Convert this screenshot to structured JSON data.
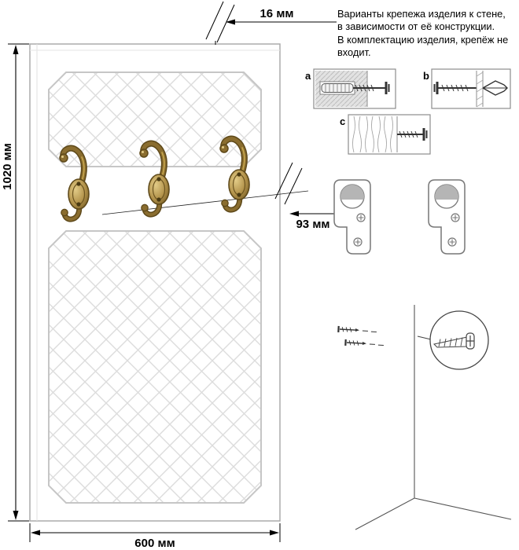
{
  "note_lines": [
    "Варианты крепежа изделия к стене,",
    "в зависимости от её конструкции.",
    "В комплектацию изделия, крепёж не",
    "входит."
  ],
  "dimensions": {
    "height": "1020 мм",
    "width": "600 мм",
    "thickness": "16 мм",
    "hook_offset": "93 мм"
  },
  "fastener_options": [
    {
      "label": "a",
      "icon": "dowel-anchor-in-concrete"
    },
    {
      "label": "b",
      "icon": "expanding-anchor-in-hollow-wall"
    },
    {
      "label": "c",
      "icon": "screw-in-wood"
    }
  ],
  "hardware": {
    "hook_icon": "double-coat-hook",
    "hook_count": 3,
    "bracket_icon": "keyhole-hanger-plate",
    "bracket_count": 2,
    "corner_icon": "wall-corner-with-screws",
    "detail_icon": "magnified-screw"
  },
  "colors": {
    "brass-dark": "#5e491a",
    "brass-mid": "#8a6d2f",
    "brass-light": "#c9a84e",
    "line-gray": "#9a9a9a",
    "quilt-line": "#dcdcdc",
    "panel-edge": "#ababab",
    "concrete-gray": "#e2e2e2",
    "text-black": "#000000"
  }
}
